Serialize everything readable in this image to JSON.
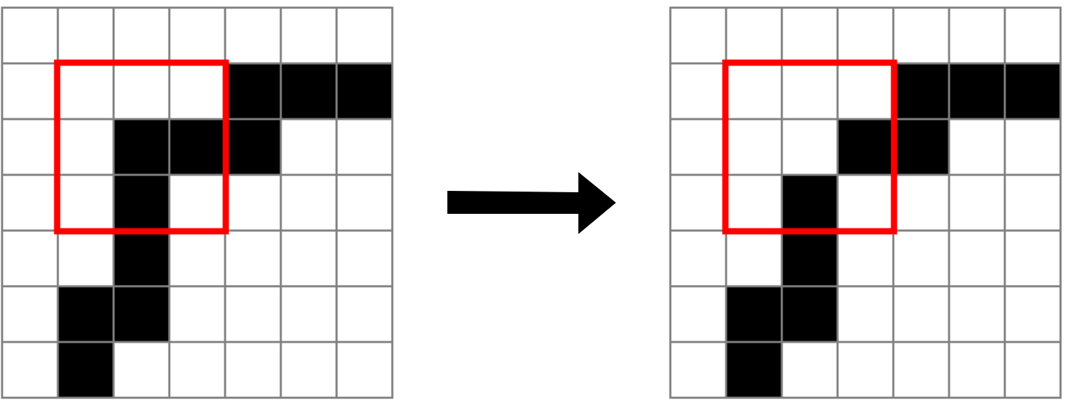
{
  "colors": {
    "background": "#ffffff",
    "grid_line": "#808080",
    "filled_cell": "#000000",
    "empty_cell": "#ffffff",
    "highlight": "#ff0000",
    "arrow": "#000000"
  },
  "grid_size": 7,
  "panels": [
    {
      "id": "before",
      "filled_cells": [
        [
          1,
          4
        ],
        [
          1,
          5
        ],
        [
          1,
          6
        ],
        [
          2,
          2
        ],
        [
          2,
          3
        ],
        [
          2,
          4
        ],
        [
          3,
          2
        ],
        [
          4,
          2
        ],
        [
          5,
          1
        ],
        [
          5,
          2
        ],
        [
          6,
          1
        ]
      ],
      "highlight": {
        "row": 1,
        "col": 1,
        "rows": 3,
        "cols": 3
      }
    },
    {
      "id": "after",
      "filled_cells": [
        [
          1,
          4
        ],
        [
          1,
          5
        ],
        [
          1,
          6
        ],
        [
          2,
          3
        ],
        [
          2,
          4
        ],
        [
          3,
          2
        ],
        [
          4,
          2
        ],
        [
          5,
          1
        ],
        [
          5,
          2
        ],
        [
          6,
          1
        ]
      ],
      "highlight": {
        "row": 1,
        "col": 1,
        "rows": 3,
        "cols": 3
      }
    }
  ],
  "arrow_icon": "right-arrow-icon"
}
